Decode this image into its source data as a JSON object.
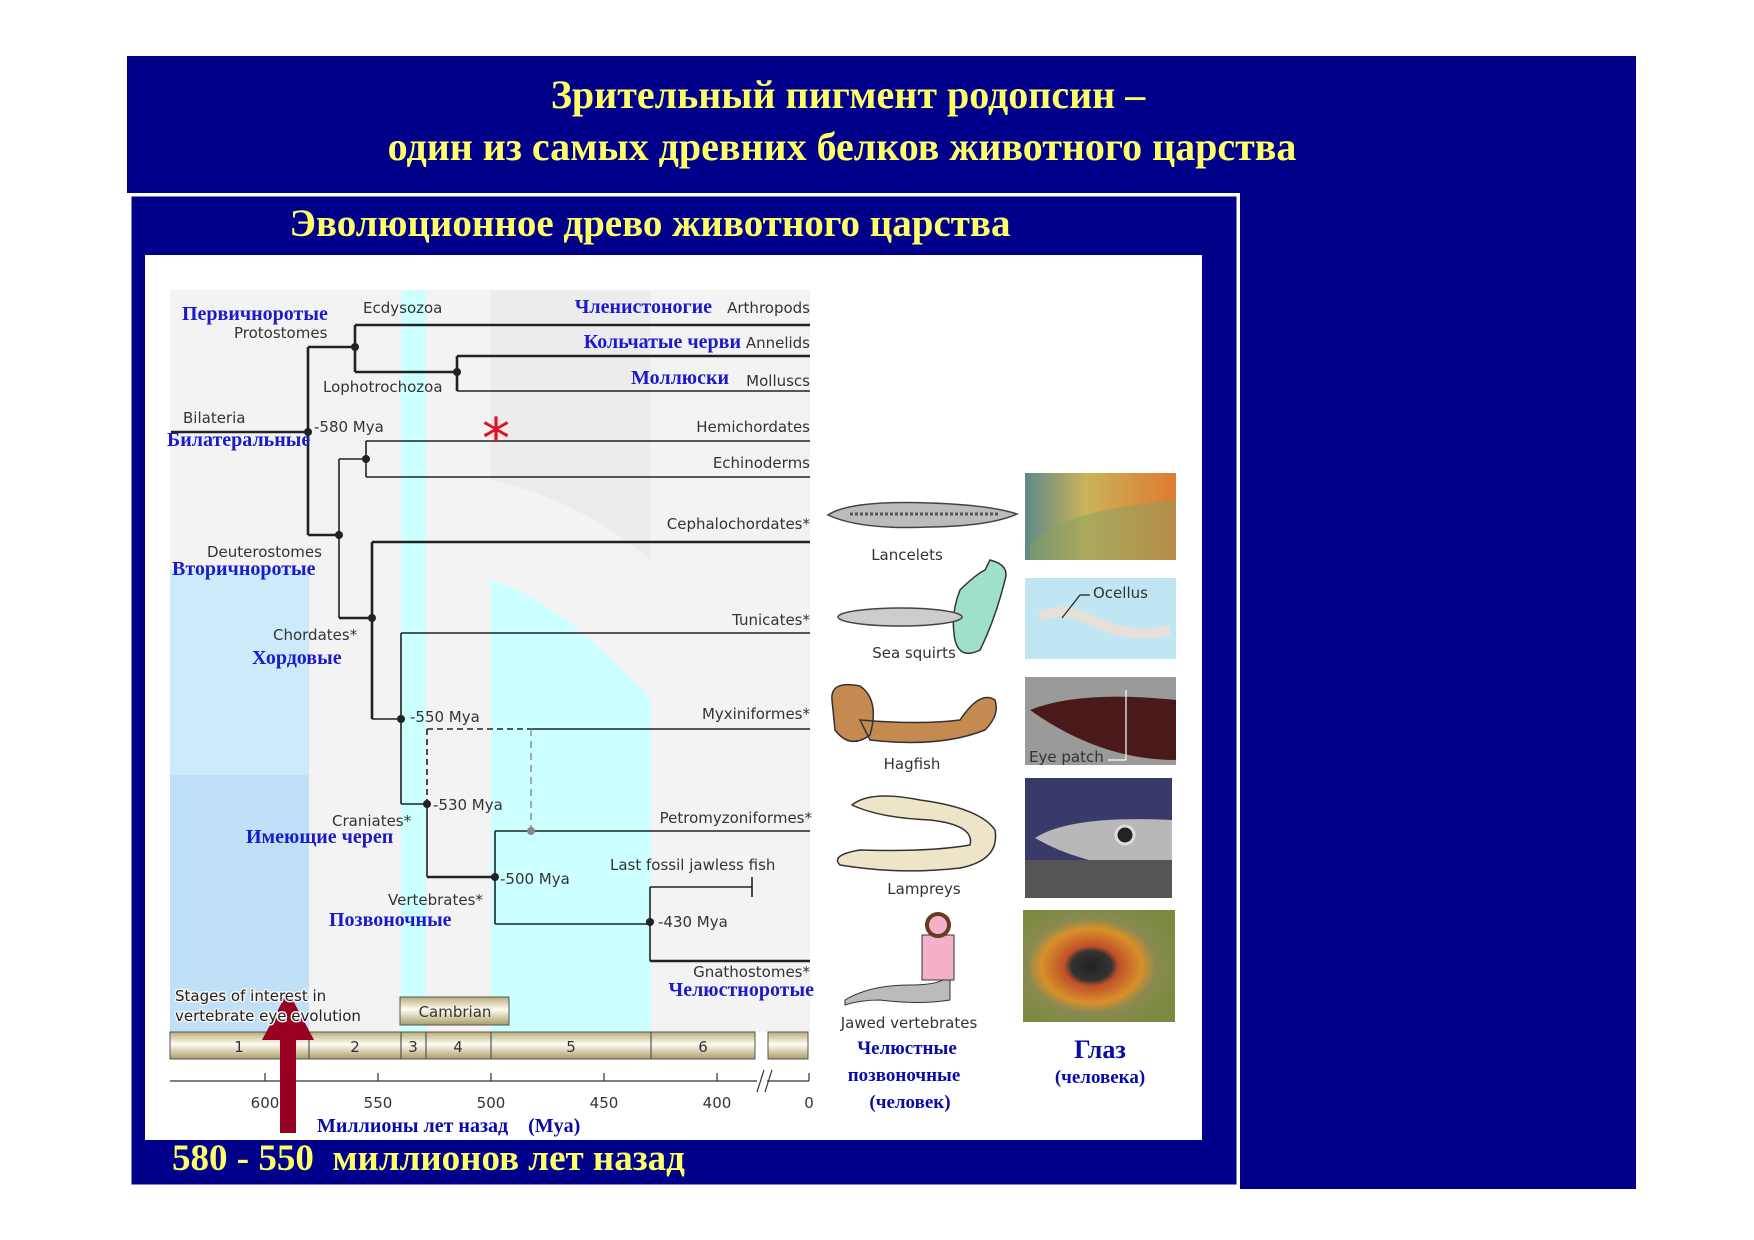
{
  "slide": {
    "title_line1": "Зрительный пигмент родопсин –",
    "title_line2": "один из самых древних белков животного царства",
    "subtitle": "Эволюционное древо животного царства",
    "bottom_caption": "580 - 550  миллионов лет назад"
  },
  "colors": {
    "navy": "#00008B",
    "yellow": "#FFFF66",
    "arrow": "#990022",
    "cyan": "#CCFFFF"
  },
  "tree": {
    "protostomes_ru": "Первичноротые",
    "protostomes": "Protostomes",
    "ecdysozoa": "Ecdysozoa",
    "lophotrochozoa": "Lophotrochozoa",
    "bilateria": "Bilateria",
    "bilateria_ru": "Билатеральные",
    "mya580": "-580 Mya",
    "deuterostomes": "Deuterostomes",
    "deuterostomes_ru": "Вторичноротые",
    "chordates": "Chordates*",
    "chordates_ru": "Хордовые",
    "mya550": "-550 Mya",
    "mya530": "-530 Mya",
    "mya500": "-500 Mya",
    "mya430": "-430 Mya",
    "craniates": "Craniates*",
    "craniates_ru": "Имеющие череп",
    "vertebrates": "Vertebrates*",
    "vertebrates_ru": "Позвоночные",
    "asterisk": "*",
    "taxa": {
      "arthropods_ru": "Членистоногие",
      "arthropods": "Arthropods",
      "annelids_ru": "Кольчатые черви",
      "annelids": "Annelids",
      "molluscs_ru": "Моллюски",
      "molluscs": "Molluscs",
      "hemichordates": "Hemichordates",
      "echinoderms": "Echinoderms",
      "cephalochordates": "Cephalochordates*",
      "tunicates": "Tunicates*",
      "myxiniformes": "Myxiniformes*",
      "petromyzoniformes": "Petromyzoniformes*",
      "last_fossil": "Last fossil jawless fish",
      "gnathostomes": "Gnathostomes*",
      "gnathostomes_ru": "Челюстноротые"
    }
  },
  "timeline": {
    "stages_line1": "Stages of interest in",
    "stages_line2": "vertebrate eye evolution",
    "cambrian": "Cambrian",
    "stages": [
      "1",
      "2",
      "3",
      "4",
      "5",
      "6"
    ],
    "ticks": [
      "600",
      "550",
      "500",
      "450",
      "400",
      "0"
    ],
    "axis_label": "Миллионы лет назад    (Mya)"
  },
  "animals": {
    "lancelets": "Lancelets",
    "sea_squirts": "Sea squirts",
    "ocellus": "Ocellus",
    "hagfish": "Hagfish",
    "eye_patch": "Eye patch",
    "lampreys": "Lampreys",
    "jawed": "Jawed vertebrates",
    "jawed_ru1": "Челюстные",
    "jawed_ru2": "позвоночные",
    "jawed_ru3": "(человек)",
    "eye_ru": "Глаз",
    "eye_ru2": "(человека)"
  }
}
